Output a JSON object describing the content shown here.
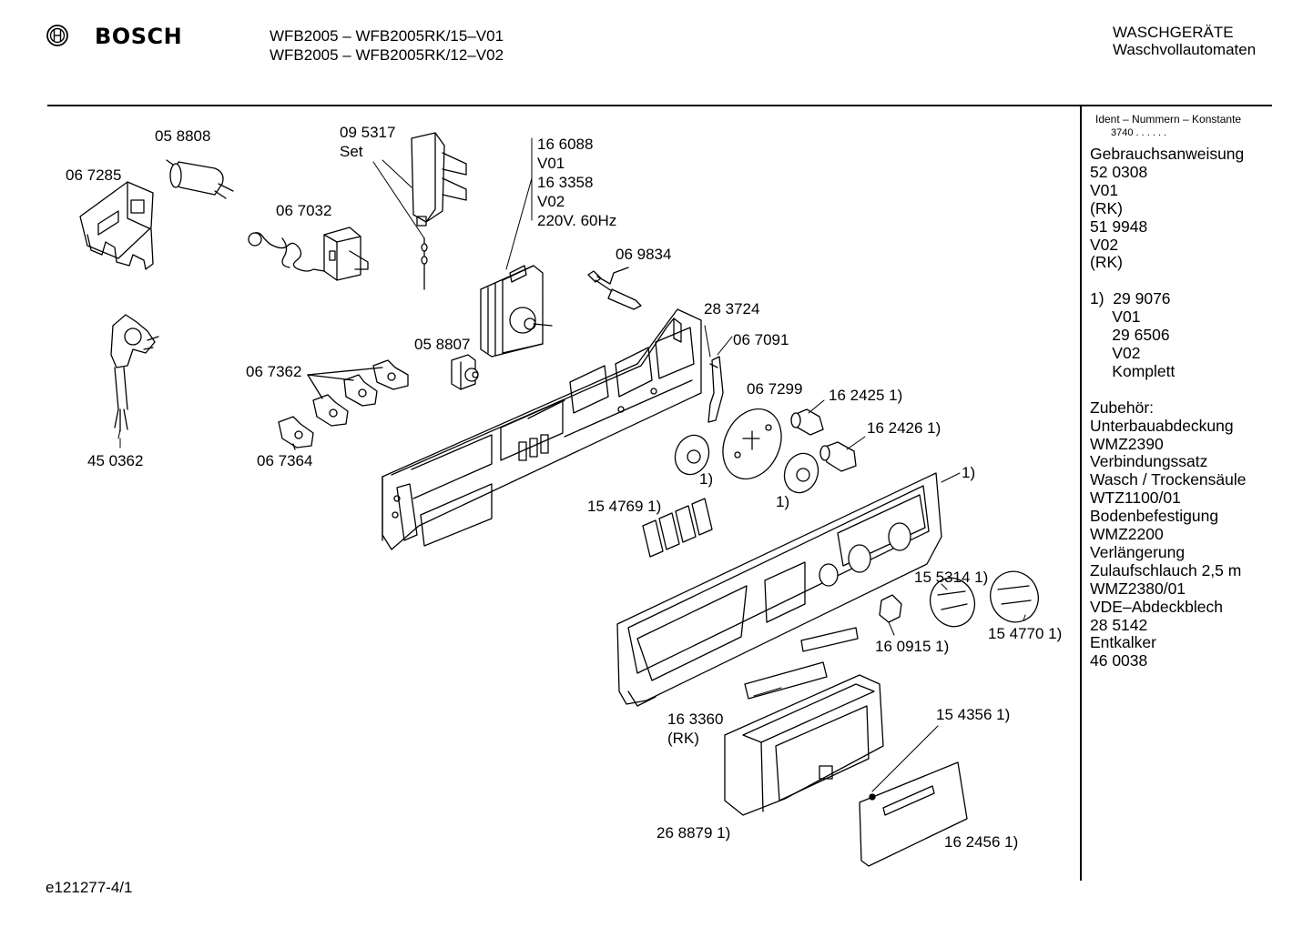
{
  "header": {
    "brand": "BOSCH",
    "model_line_1": "WFB2005 – WFB2005RK/15–V01",
    "model_line_2": "WFB2005 – WFB2005RK/12–V02",
    "category_1": "WASCHGERÄTE",
    "category_2": "Waschvollautomaten"
  },
  "sidebar": {
    "ident_label": "Ident – Nummern – Konstante",
    "ident_value": "3740 . .  . . . .",
    "lines": [
      "Gebrauchsanweisung",
      "52 0308",
      "V01",
      "(RK)",
      "51 9948",
      "V02",
      "(RK)",
      "",
      "1)  29 9076",
      "     V01",
      "     29 6506",
      "     V02",
      "     Komplett",
      "",
      "Zubehör:",
      "Unterbauabdeckung",
      "WMZ2390",
      "Verbindungssatz",
      "Wasch / Trockensäule",
      "WTZ1100/01",
      "Bodenbefestigung",
      "WMZ2200",
      "Verlängerung",
      "Zulaufschlauch 2,5 m",
      "WMZ2380/01",
      "VDE–Abdeckblech",
      "28 5142",
      "Entkalker",
      "46 0038"
    ]
  },
  "callouts": {
    "c058808": "05 8808",
    "c067285": "06 7285",
    "c095317": "09 5317",
    "c095317_sub": "Set",
    "c067032": "06 7032",
    "c166088": "16 6088",
    "c166088_v": "V01",
    "c163358": "16 3358",
    "c163358_v": "V02",
    "c163358_volt": "220V. 60Hz",
    "c069834": "06 9834",
    "c283724": "28 3724",
    "c067091": "06 7091",
    "c058807": "05 8807",
    "c067362": "06 7362",
    "c450362": "45 0362",
    "c067364": "06 7364",
    "c067299": "06 7299",
    "c162425": "16 2425 1)",
    "c162426": "16 2426 1)",
    "c1a": "1)",
    "c1b": "1)",
    "c1c": "1)",
    "c154769": "15 4769 1)",
    "c155314": "15 5314 1)",
    "c154770": "15 4770 1)",
    "c160915": "16 0915 1)",
    "c163360": "16 3360",
    "c163360_rk": "(RK)",
    "c154356": "15 4356 1)",
    "c268879": "26 8879 1)",
    "c162456": "16 2456 1)"
  },
  "footer": {
    "code": "e121277-4/1"
  }
}
